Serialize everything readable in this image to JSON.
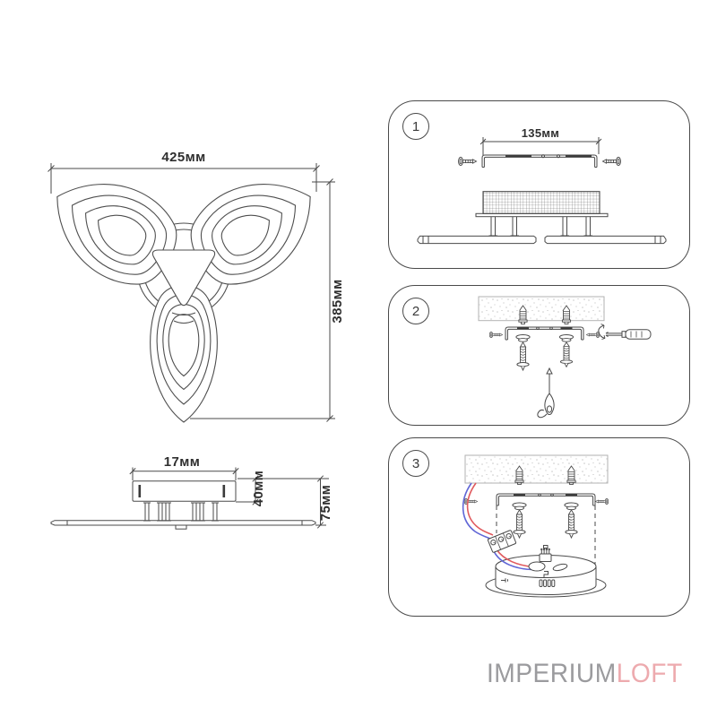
{
  "colors": {
    "line": "#4a4a4a",
    "ceiling_line": "#b2b2b2",
    "wire_red": "#e05a5e",
    "wire_blue": "#6066d6",
    "logo_gray": "#9b9b9e",
    "logo_pink": "#edaaae"
  },
  "front_view": {
    "width_label": "425мм",
    "height_label": "385мм"
  },
  "side_view": {
    "width_label": "17мм",
    "box_height_label": "40мм",
    "total_height_label": "75мм"
  },
  "steps": [
    {
      "number": "1",
      "bracket_width_label": "135мм"
    },
    {
      "number": "2"
    },
    {
      "number": "3"
    }
  ],
  "logo": {
    "gray_part": "IMPERIUM",
    "pink_part": "LOFT"
  }
}
